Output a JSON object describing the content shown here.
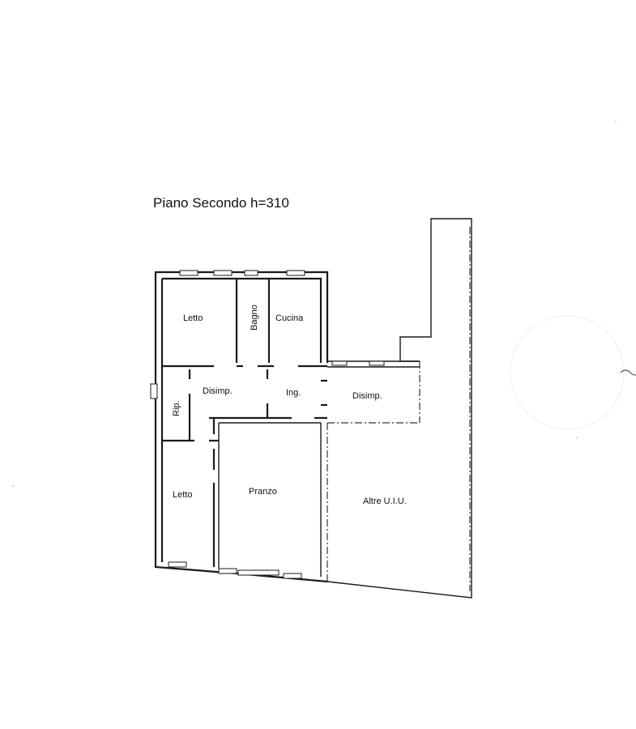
{
  "title": "Piano Secondo h=310",
  "rooms": {
    "letto_top": "Letto",
    "bagno": "Bagno",
    "cucina": "Cucina",
    "disimp_left": "Disimp.",
    "ing": "Ing.",
    "disimp_right": "Disimp.",
    "rip": "Rip.",
    "letto_bottom": "Letto",
    "pranzo": "Pranzo",
    "altre_uiu": "Altre U.I.U."
  },
  "colors": {
    "wall": "#1a1a1a",
    "background": "#ffffff"
  }
}
